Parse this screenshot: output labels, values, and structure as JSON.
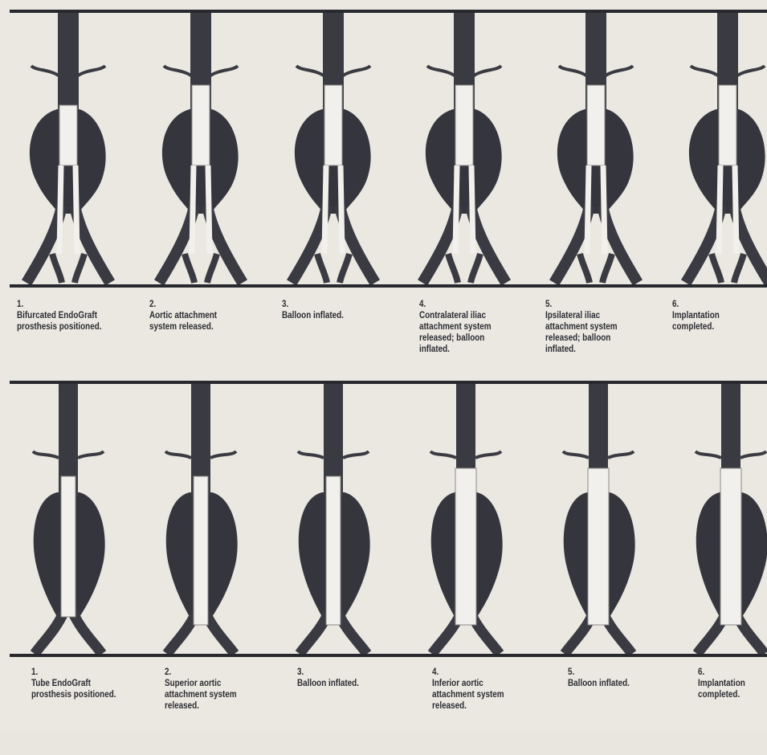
{
  "row1": {
    "captions": [
      {
        "num": "1.",
        "text": "Bifurcated EndoGraft\nprosthesis positioned."
      },
      {
        "num": "2.",
        "text": "Aortic attachment\nsystem released."
      },
      {
        "num": "3.",
        "text": "Balloon inflated."
      },
      {
        "num": "4.",
        "text": "Contralateral iliac\nattachment system\nreleased; balloon\ninflated."
      },
      {
        "num": "5.",
        "text": "Ipsilateral iliac\nattachment system\nreleased; balloon\ninflated."
      },
      {
        "num": "6.",
        "text": "Implantation\ncompleted."
      }
    ]
  },
  "row2": {
    "captions": [
      {
        "num": "1.",
        "text": "Tube EndoGraft\nprosthesis positioned."
      },
      {
        "num": "2.",
        "text": "Superior aortic\nattachment system\nreleased."
      },
      {
        "num": "3.",
        "text": "Balloon inflated."
      },
      {
        "num": "4.",
        "text": "Inferior aortic\nattachment system\nreleased."
      },
      {
        "num": "5.",
        "text": "Balloon inflated."
      },
      {
        "num": "6.",
        "text": "Implantation\ncompleted."
      }
    ]
  },
  "colors": {
    "background": "#ebe8e1",
    "vessel": "#3a3b42",
    "aneurysm": "#35363d",
    "graft": "#f1f0ec",
    "rule": "#27292f",
    "text": "#2c2d33"
  }
}
